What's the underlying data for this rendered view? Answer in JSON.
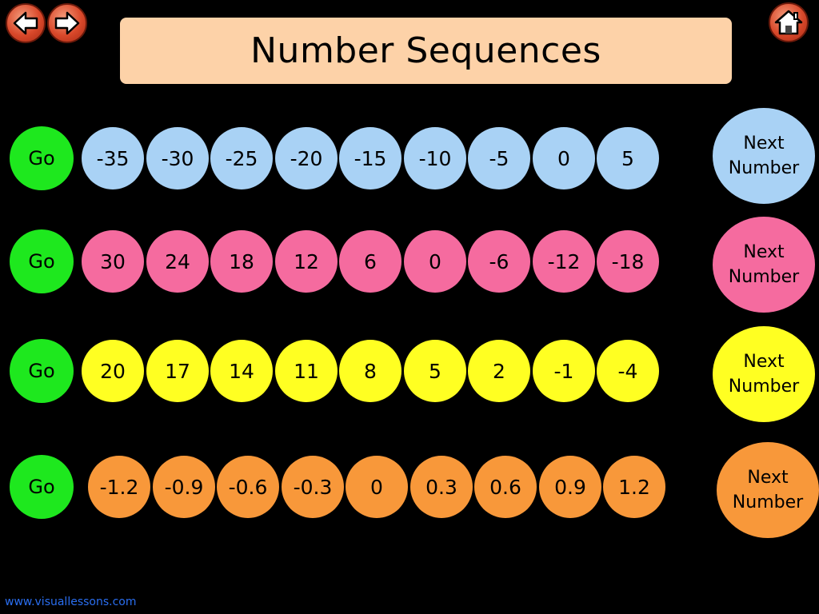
{
  "title": "Number Sequences",
  "footer": {
    "url_text": "www.visuallessons.com"
  },
  "icons": {
    "back": "arrow-left-icon",
    "forward": "arrow-right-icon",
    "home": "home-icon"
  },
  "rows": [
    {
      "color": "#a9d2f5",
      "go_label": "Go",
      "next_label": [
        "Next",
        "Number"
      ],
      "values": [
        "-35",
        "-30",
        "-25",
        "-20",
        "-15",
        "-10",
        "-5",
        "0",
        "5"
      ]
    },
    {
      "color": "#f56b9f",
      "go_label": "Go",
      "next_label": [
        "Next",
        "Number"
      ],
      "values": [
        "30",
        "24",
        "18",
        "12",
        "6",
        "0",
        "-6",
        "-12",
        "-18"
      ]
    },
    {
      "color": "#ffff22",
      "go_label": "Go",
      "next_label": [
        "Next",
        "Number"
      ],
      "values": [
        "20",
        "17",
        "14",
        "11",
        "8",
        "5",
        "2",
        "-1",
        "-4"
      ]
    },
    {
      "color": "#f8983a",
      "go_label": "Go",
      "next_label": [
        "Next",
        "Number"
      ],
      "values": [
        "-1.2",
        "-0.9",
        "-0.6",
        "-0.3",
        "0",
        "0.3",
        "0.6",
        "0.9",
        "1.2"
      ]
    }
  ]
}
